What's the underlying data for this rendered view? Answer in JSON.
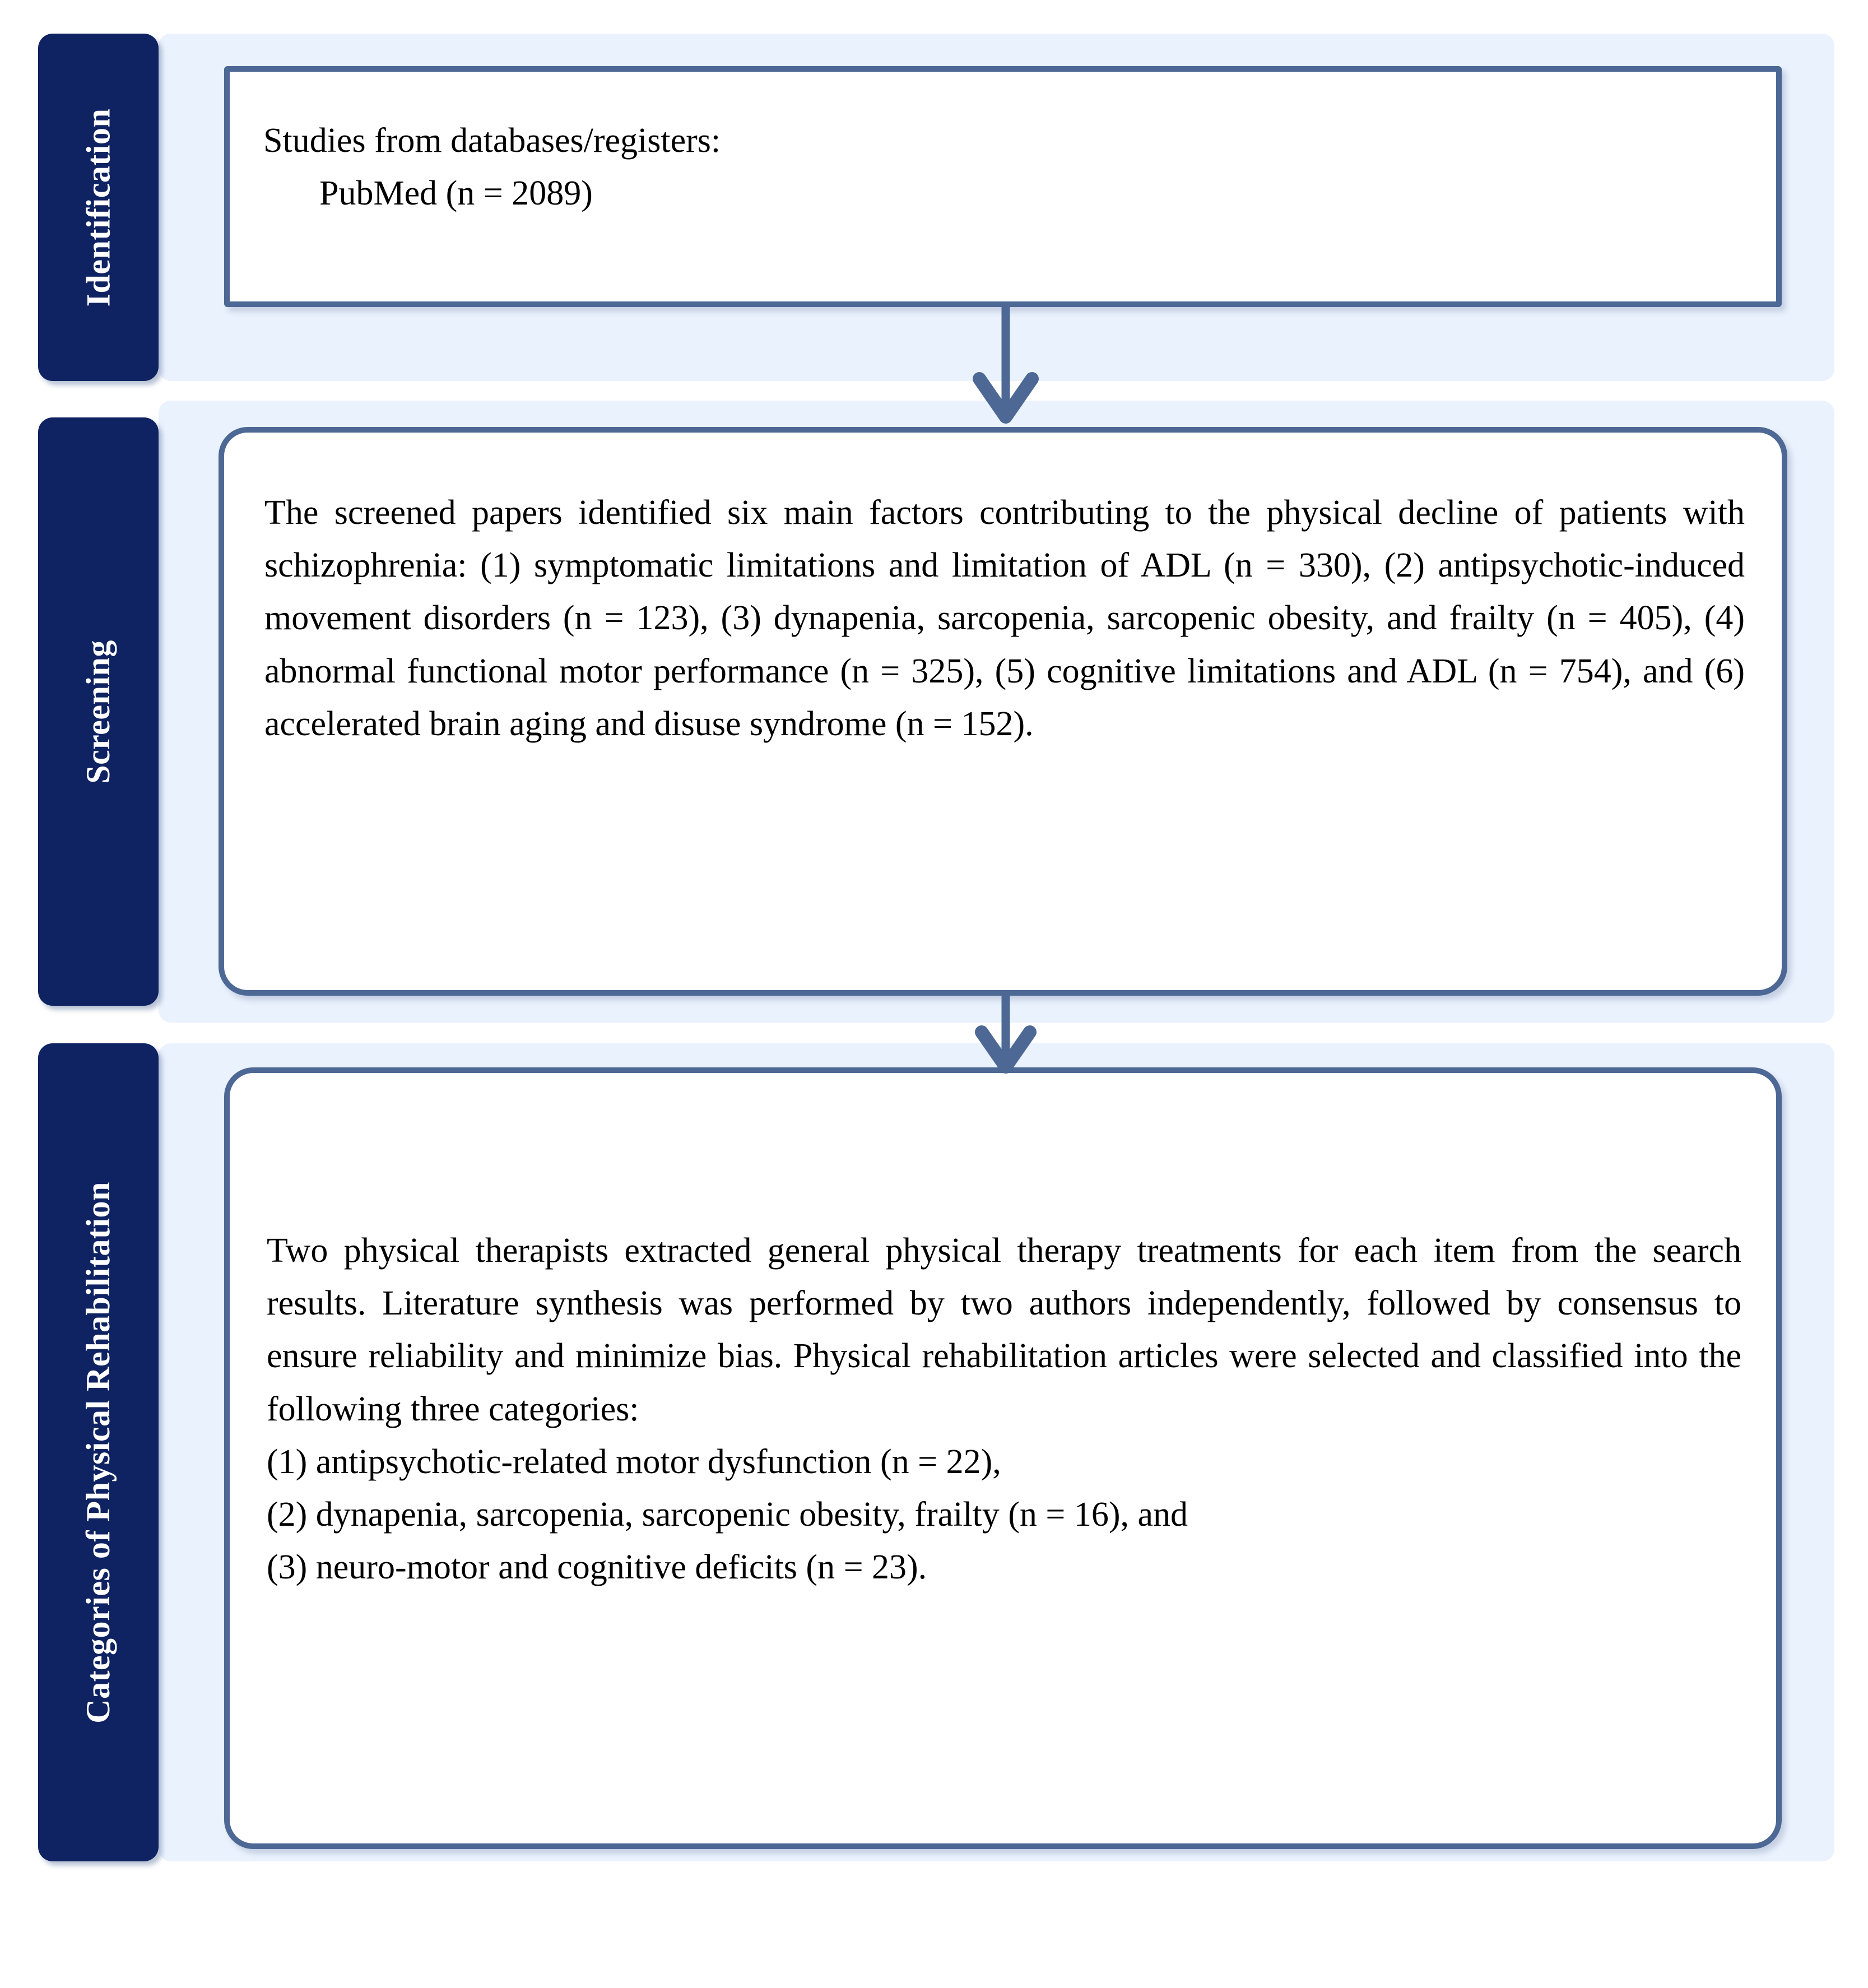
{
  "diagram": {
    "type": "prisma-flow-diagram",
    "colors": {
      "stage_label_bg": "#0F2362",
      "stage_label_text": "#FFFFFF",
      "band_bg": "#EAF2FD",
      "box_border": "#4D6894",
      "box_fill": "#FFFFFF",
      "arrow": "#4D6894",
      "body_text": "#000000"
    }
  },
  "stages": [
    {
      "label": "Identification",
      "box": {
        "corner_style": "sharp",
        "lines": [
          "Studies from databases/registers:",
          "PubMed (n = 2089)"
        ]
      }
    },
    {
      "label": "Screening",
      "box": {
        "corner_style": "rounded",
        "paragraph": "The screened papers identified six main factors contributing to the physical decline of patients with schizophrenia: (1) symptomatic limitations and limitation of ADL (n = 330), (2) antipsychotic-induced movement disorders (n = 123), (3) dynapenia, sarcopenia, sarcopenic obesity, and frailty (n = 405), (4) abnormal functional motor performance (n = 325), (5) cognitive limitations and ADL (n = 754), and (6) accelerated brain aging and disuse syndrome (n = 152)."
      }
    },
    {
      "label": "Categories of Physical Rehabilitation",
      "box": {
        "corner_style": "rounded",
        "paragraph": "Two physical therapists extracted general physical therapy treatments for each item from the search results. Literature synthesis was performed by two authors independently, followed by consensus to ensure reliability and minimize bias. Physical rehabilitation articles were selected and classified into the following three categories:",
        "list": [
          "(1) antipsychotic-related motor dysfunction (n = 22),",
          "(2) dynapenia, sarcopenia, sarcopenic obesity, frailty (n = 16), and",
          "(3) neuro-motor and cognitive deficits (n = 23)."
        ]
      }
    }
  ],
  "connectors": [
    {
      "name": "identification-to-screening",
      "direction": "down"
    },
    {
      "name": "screening-to-categories",
      "direction": "down"
    }
  ]
}
